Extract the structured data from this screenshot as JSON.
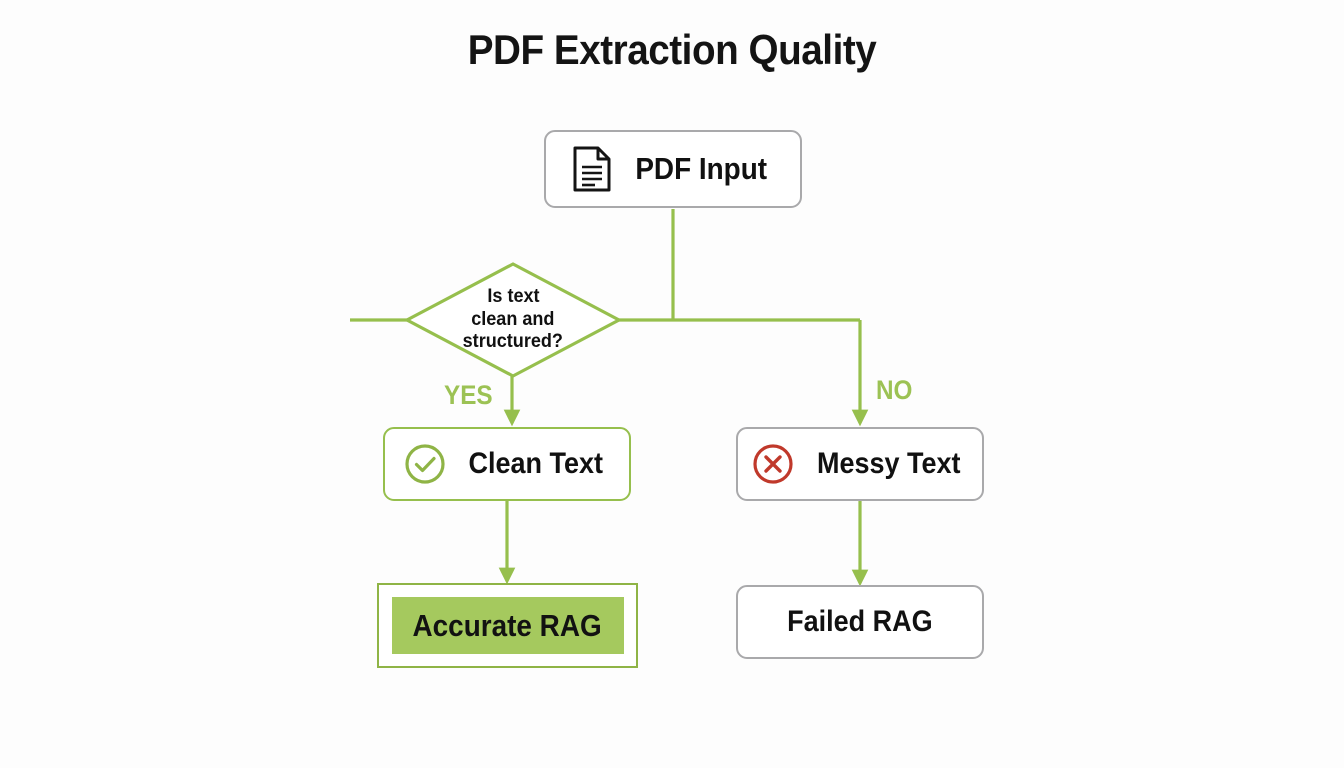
{
  "diagram": {
    "title": "PDF Extraction Quality",
    "type": "flowchart",
    "colors": {
      "connector_green": "#96bf4d",
      "accent_green_fill": "#a5c95e",
      "border_gray": "#a9a9ab",
      "error_red": "#c0392b",
      "text_black": "#111111",
      "background": "#fdfdfd"
    },
    "nodes": {
      "pdf_input": {
        "label": "PDF Input",
        "icon": "document-icon",
        "shape": "rounded-rect",
        "border": "gray"
      },
      "decision": {
        "line1": "Is text",
        "line2": "clean and",
        "line3": "structured?",
        "shape": "diamond",
        "border": "green"
      },
      "clean_text": {
        "label": "Clean Text",
        "icon": "check-circle-icon",
        "shape": "rounded-rect",
        "border": "green"
      },
      "messy_text": {
        "label": "Messy Text",
        "icon": "x-circle-icon",
        "shape": "rounded-rect",
        "border": "gray"
      },
      "accurate_rag": {
        "label": "Accurate RAG",
        "shape": "rect",
        "border": "green",
        "highlighted": true
      },
      "failed_rag": {
        "label": "Failed RAG",
        "shape": "rounded-rect",
        "border": "gray"
      }
    },
    "edges": {
      "yes_label": "YES",
      "no_label": "NO"
    }
  }
}
